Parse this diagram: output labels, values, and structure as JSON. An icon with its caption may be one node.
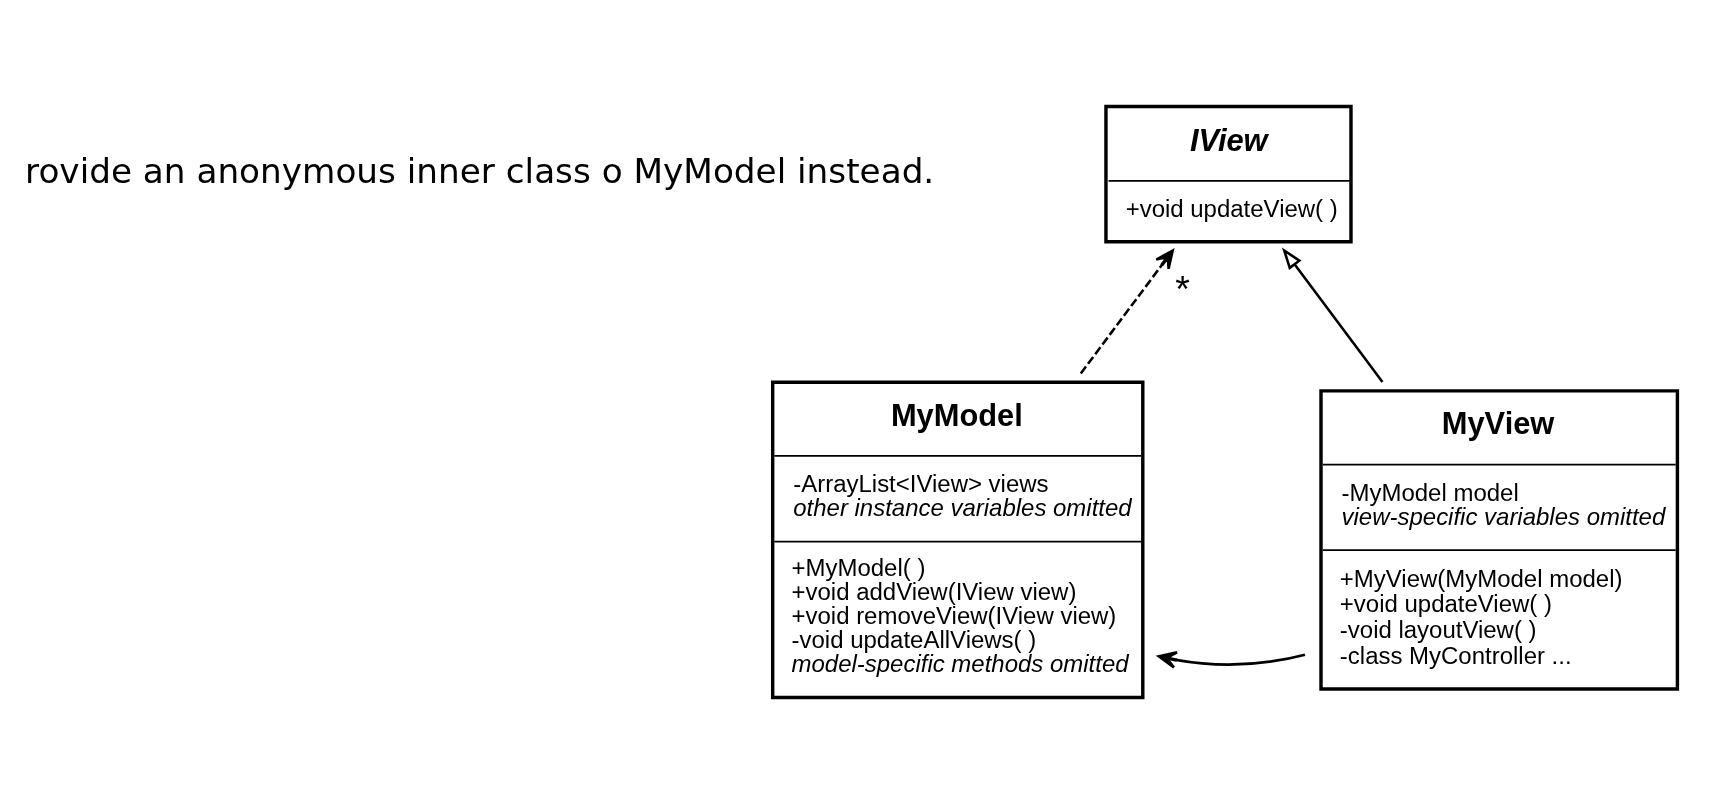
{
  "diagram": {
    "nodes": [
      {
        "text": [
          "IView",
          "+void updateView( )"
        ]
      },
      {
        "text": [
          "MyModel",
          "-ArrayList<IView> views",
          "other instance variables omitted",
          "+MyModel( )",
          "+void addView(IView view)",
          "+void removeView(IView view)",
          "-void updateAllViews( )",
          "model-specific methods omitted"
        ]
      },
      {
        "text": [
          "MyView",
          "-MyModel model",
          "view-specific variables omitted",
          "+MyView(MyModel model)",
          "+void updateView( )",
          "-void layoutView( )",
          "-class MyController ..."
        ]
      }
    ],
    "edges": [
      {
        "from": 1,
        "to": 0,
        "arrow": "to",
        "style": "dashed",
        "label": "*"
      },
      {
        "from": 2,
        "to": 0,
        "arrow": "to"
      },
      {
        "from": 2,
        "to": 1,
        "arrow": "to"
      }
    ],
    "labels": [
      "rovide an anonymous inner class o MyModel instead."
    ]
  }
}
